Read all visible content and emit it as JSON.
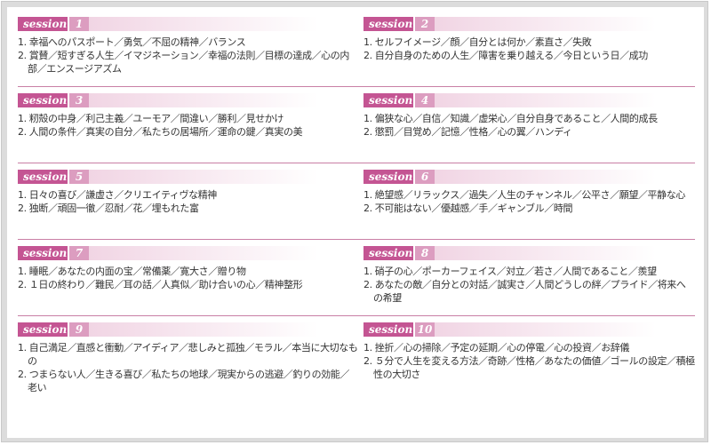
{
  "sessions": [
    {
      "label": "session",
      "number": "1",
      "items": [
        "1. 幸福へのパスポート／勇気／不屈の精神／バランス",
        "2. 賞賛／短すぎる人生／イマジネーション／幸福の法則／目標の達成／心の内部／エンスージアズム"
      ]
    },
    {
      "label": "session",
      "number": "2",
      "items": [
        "1. セルフイメージ／顔／自分とは何か／素直さ／失敗",
        "2. 自分自身のための人生／障害を乗り越える／今日という日／成功"
      ]
    },
    {
      "label": "session",
      "number": "3",
      "items": [
        "1. 籾殻の中身／利己主義／ユーモア／間違い／勝利／見せかけ",
        "2. 人間の条件／真実の自分／私たちの居場所／運命の鍵／真実の美"
      ]
    },
    {
      "label": "session",
      "number": "4",
      "items": [
        "1. 偏狭な心／自信／知識／虚栄心／自分自身であること／人間的成長",
        "2. 懲罰／目覚め／記憶／性格／心の翼／ハンディ"
      ]
    },
    {
      "label": "session",
      "number": "5",
      "items": [
        "1. 日々の喜び／謙虚さ／クリエイティヴな精神",
        "2. 独断／頑固一徹／忍耐／花／埋もれた富"
      ]
    },
    {
      "label": "session",
      "number": "6",
      "items": [
        "1. 絶望感／リラックス／過失／人生のチャンネル／公平さ／願望／平静な心",
        "2. 不可能はない／優越感／手／ギャンブル／時間"
      ]
    },
    {
      "label": "session",
      "number": "7",
      "items": [
        "1. 睡眠／あなたの内面の宝／常備薬／寛大さ／贈り物",
        "2. １日の終わり／難民／耳の話／人真似／助け合いの心／精神整形"
      ]
    },
    {
      "label": "session",
      "number": "8",
      "items": [
        "1. 硝子の心／ポーカーフェイス／対立／若さ／人間であること／羨望",
        "2. あなたの敵／自分との対話／誠実さ／人間どうしの絆／プライド／将来への希望"
      ]
    },
    {
      "label": "session",
      "number": "9",
      "items": [
        "1. 自己満足／直感と衝動／アイディア／悲しみと孤独／モラル／本当に大切なもの",
        "2. つまらない人／生きる喜び／私たちの地球／現実からの逃避／釣りの効能／老い"
      ]
    },
    {
      "label": "session",
      "number": "10",
      "items": [
        "1. 挫折／心の掃除／予定の延期／心の停電／心の投資／お辞儀",
        "2. ５分で人生を変える方法／奇跡／性格／あなたの価値／ゴールの設定／積極性の大切さ"
      ]
    }
  ],
  "colors": {
    "accent": "#c45593",
    "accent_light": "#dc9dc0",
    "divider": "#c97fa5"
  }
}
